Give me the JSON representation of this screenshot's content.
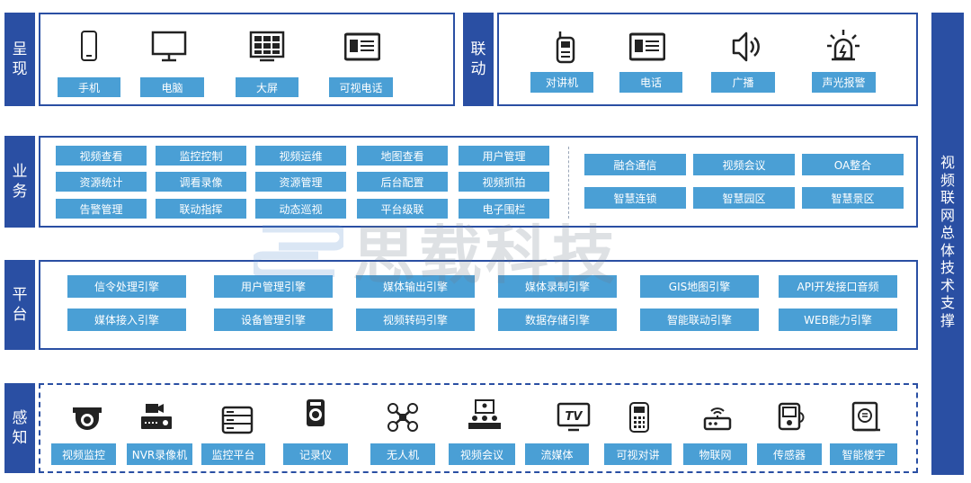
{
  "right_banner": "视频联网总体技术支撑",
  "watermark": "思载科技",
  "present": {
    "label": "呈现",
    "items": [
      {
        "label": "手机",
        "icon": "phone-icon"
      },
      {
        "label": "电脑",
        "icon": "monitor-icon"
      },
      {
        "label": "大屏",
        "icon": "videowall-icon"
      },
      {
        "label": "可视电话",
        "icon": "videophone-icon"
      }
    ]
  },
  "linkage": {
    "label": "联动",
    "items": [
      {
        "label": "对讲机",
        "icon": "walkie-talkie-icon"
      },
      {
        "label": "电话",
        "icon": "telephone-icon"
      },
      {
        "label": "广播",
        "icon": "speaker-icon"
      },
      {
        "label": "声光报警",
        "icon": "alarm-light-icon"
      }
    ]
  },
  "business": {
    "label": "业务",
    "left": [
      [
        "视频查看",
        "监控控制",
        "视频运维",
        "地图查看",
        "用户管理"
      ],
      [
        "资源统计",
        "调看录像",
        "资源管理",
        "后台配置",
        "视频抓拍"
      ],
      [
        "告警管理",
        "联动指挥",
        "动态巡视",
        "平台级联",
        "电子围栏"
      ]
    ],
    "right": [
      [
        "融合通信",
        "视频会议",
        "OA整合"
      ],
      [
        "智慧连锁",
        "智慧园区",
        "智慧景区"
      ]
    ]
  },
  "platform": {
    "label": "平台",
    "rows": [
      [
        "信令处理引擎",
        "用户管理引擎",
        "媒体输出引擎",
        "媒体录制引擎",
        "GIS地图引擎",
        "API开发接口音频"
      ],
      [
        "媒体接入引擎",
        "设备管理引擎",
        "视频转码引擎",
        "数据存储引擎",
        "智能联动引擎",
        "WEB能力引擎"
      ]
    ]
  },
  "sensing": {
    "label": "感知",
    "items": [
      {
        "label": "视频监控",
        "icon": "dome-camera-icon"
      },
      {
        "label": "NVR录像机",
        "icon": "nvr-icon"
      },
      {
        "label": "监控平台",
        "icon": "server-icon"
      },
      {
        "label": "记录仪",
        "icon": "body-camera-icon"
      },
      {
        "label": "无人机",
        "icon": "drone-icon"
      },
      {
        "label": "视频会议",
        "icon": "conference-icon"
      },
      {
        "label": "流媒体",
        "icon": "tv-icon"
      },
      {
        "label": "可视对讲",
        "icon": "intercom-icon"
      },
      {
        "label": "物联网",
        "icon": "router-icon"
      },
      {
        "label": "传感器",
        "icon": "sensor-icon"
      },
      {
        "label": "智能楼宇",
        "icon": "building-icon"
      }
    ]
  },
  "colors": {
    "frame": "#2a4fa3",
    "pill": "#4a9fd5"
  }
}
